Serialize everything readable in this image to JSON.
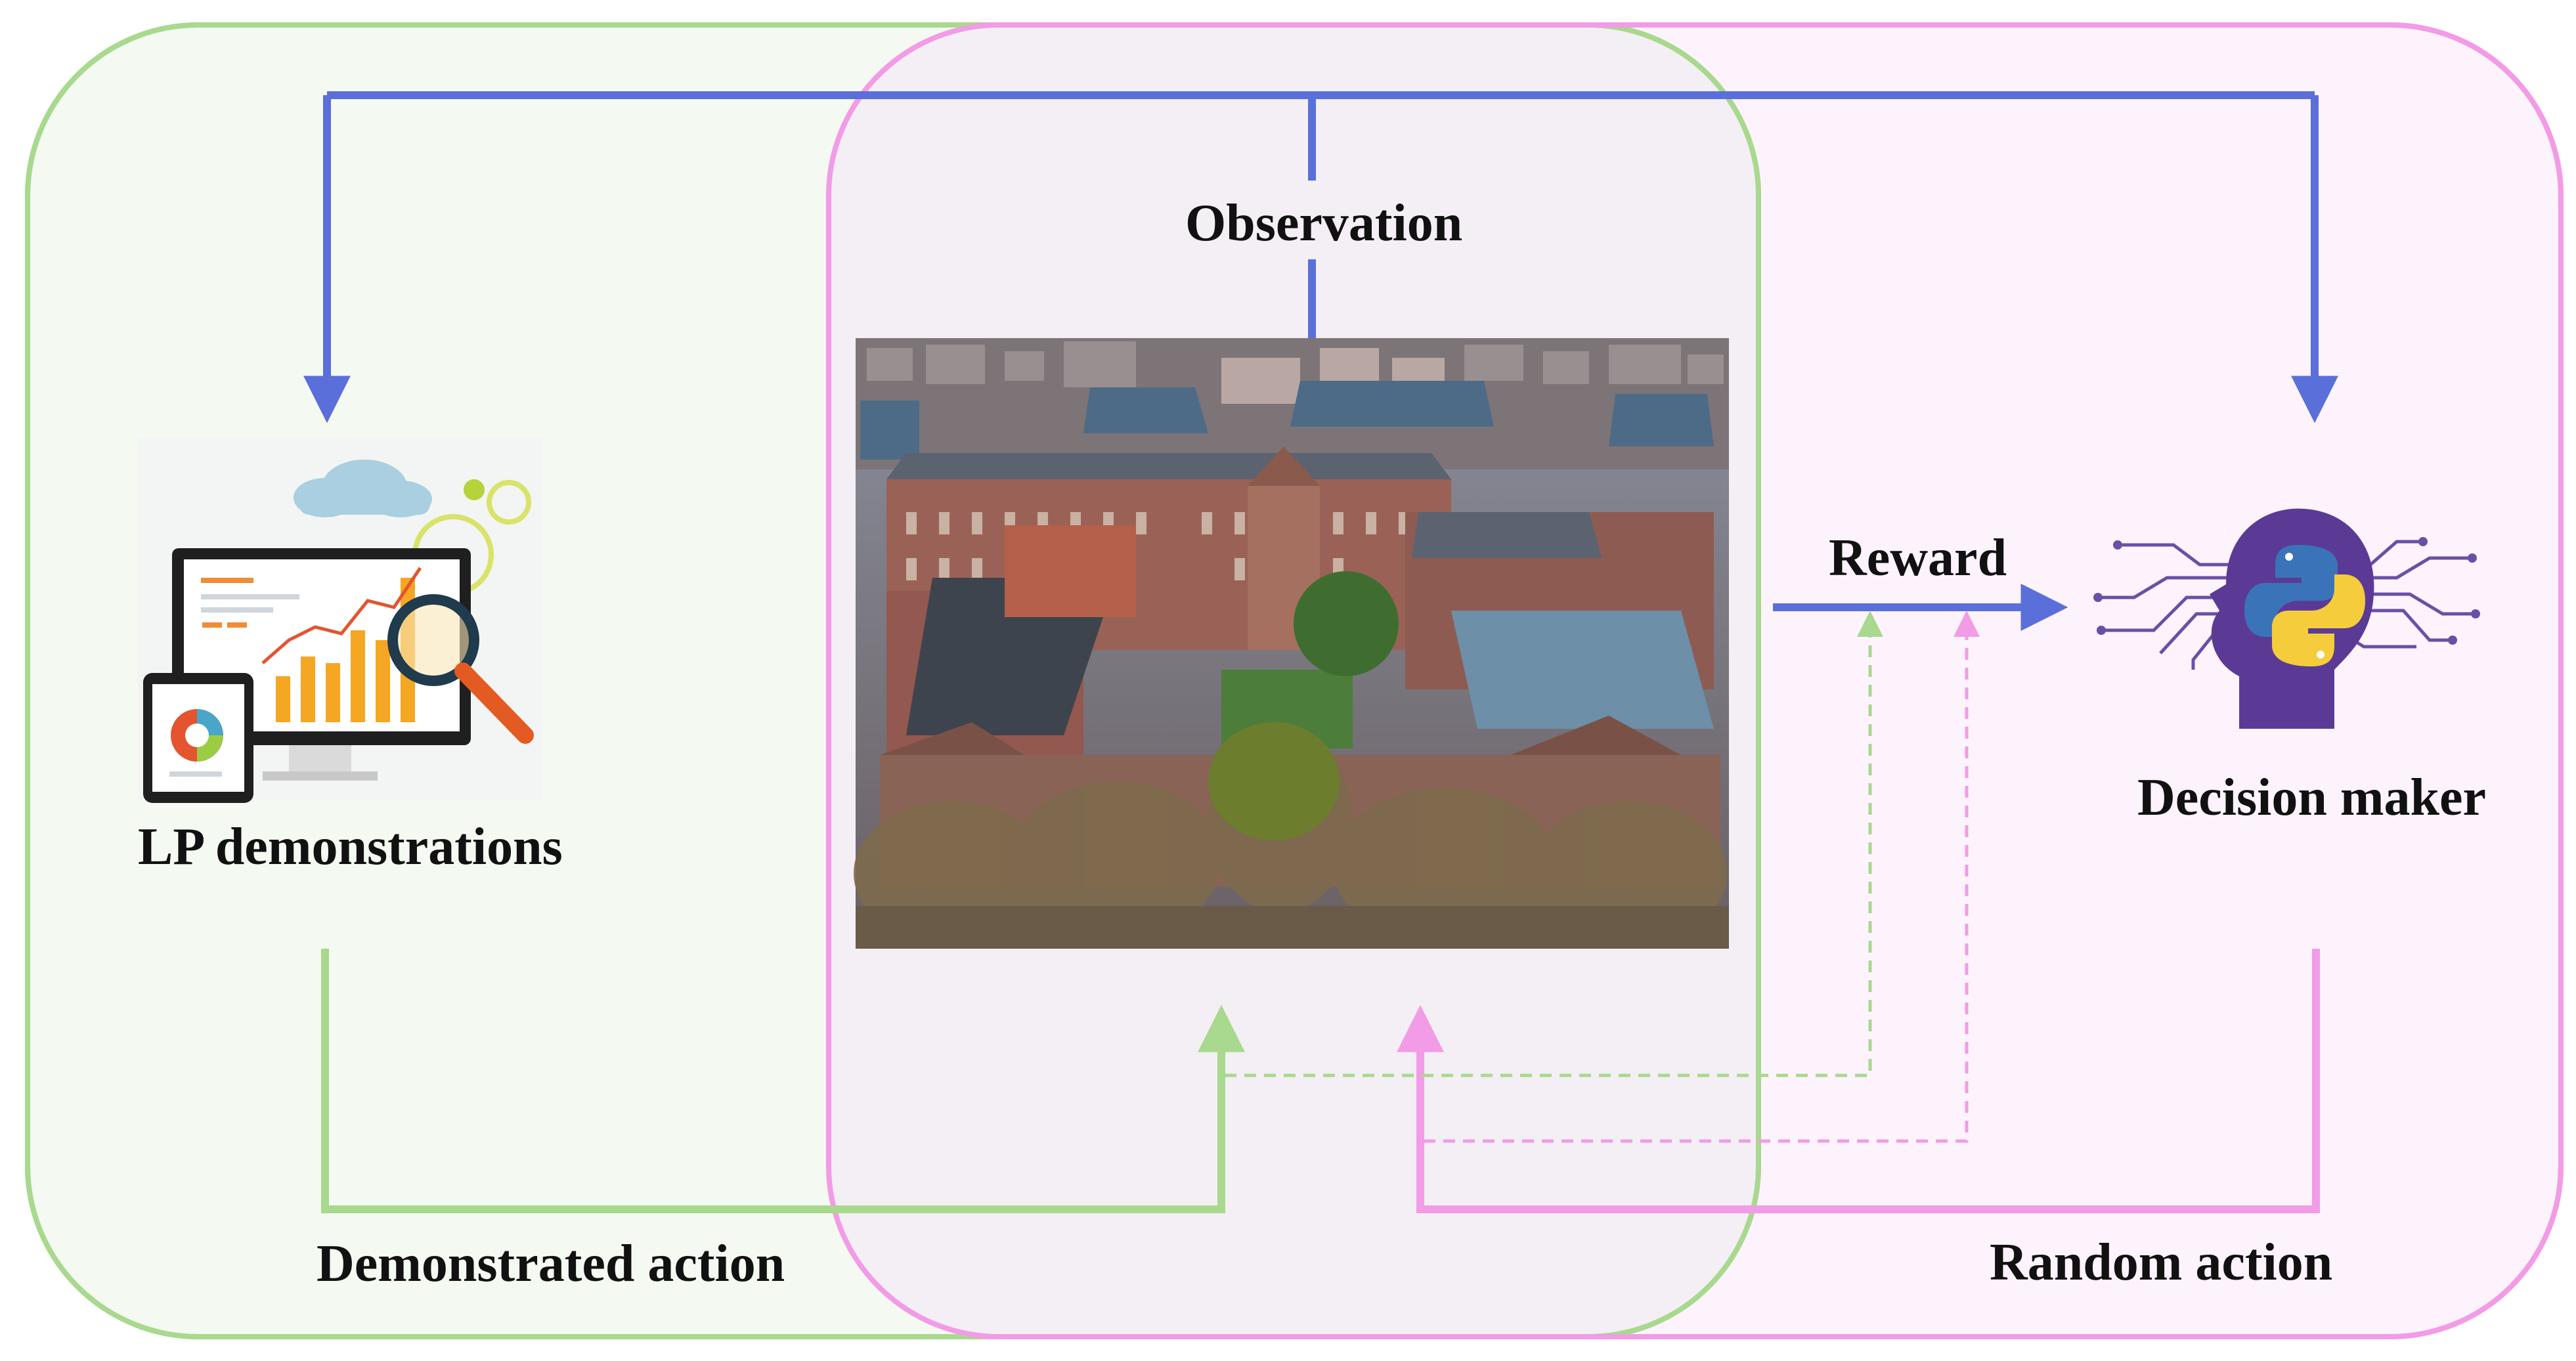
{
  "labels": {
    "observation": "Observation",
    "reward": "Reward",
    "lp_demonstrations": "LP demonstrations",
    "decision_maker": "Decision maker",
    "demonstrated_action": "Demonstrated action",
    "random_action": "Random action"
  },
  "images": {
    "observation_photo": "aerial photo of campus buildings",
    "lp_icon": "analytics-dashboard-icon",
    "decision_icon": "python-head-icon"
  },
  "colors": {
    "green_region_stroke": "#a8d98e",
    "green_region_fill": "#f4f9f1",
    "pink_region_stroke": "#f29be6",
    "pink_region_fill": "#fdf3fc",
    "overlap_fill": "#f3eff4",
    "blue_arrow": "#5a6fd9",
    "green_arrow": "#a8d98e",
    "pink_arrow": "#f29be6"
  }
}
